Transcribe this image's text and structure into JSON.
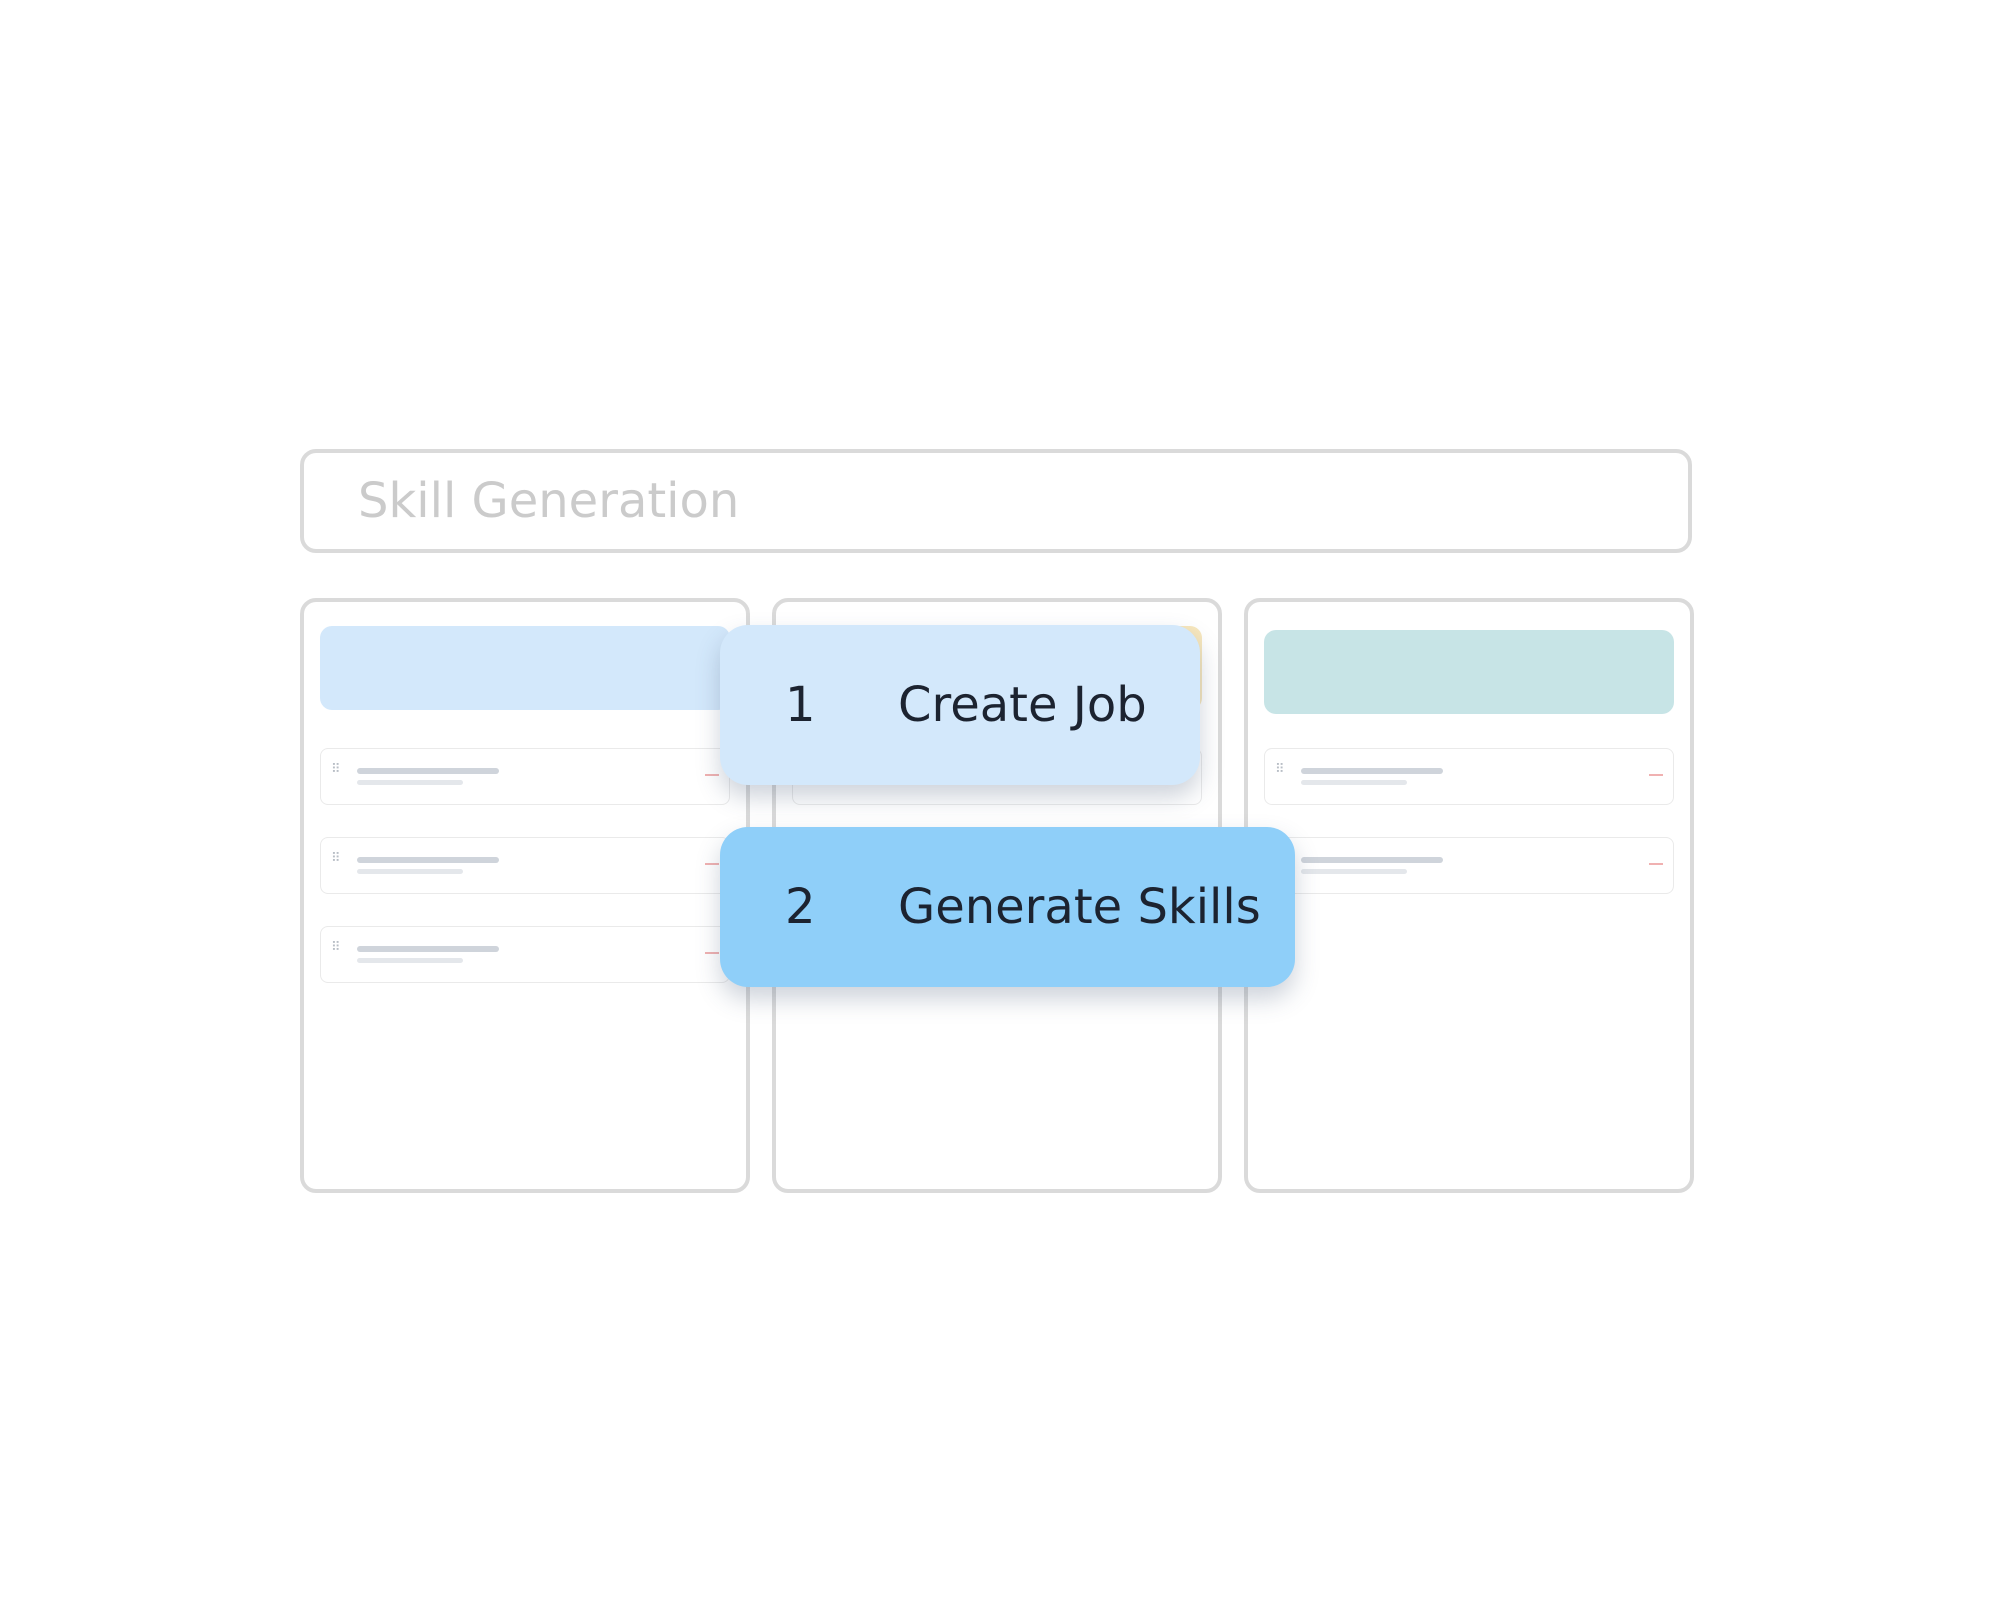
{
  "header": {
    "title": "Skill Generation"
  },
  "steps": [
    {
      "number": "1",
      "label": "Create Job"
    },
    {
      "number": "2",
      "label": "Generate Skills"
    }
  ],
  "colors": {
    "column_1_header": "#d3e8fb",
    "column_2_header": "#f7e7bd",
    "column_3_header": "#c7e4e6",
    "step_1_background": "#d3e8fb",
    "step_2_background": "#8fcff9",
    "border": "#dadada",
    "title_text": "#cbcbcb"
  },
  "icons": {
    "drag_handle": "drag-handle-icon",
    "remove": "minus-icon"
  }
}
